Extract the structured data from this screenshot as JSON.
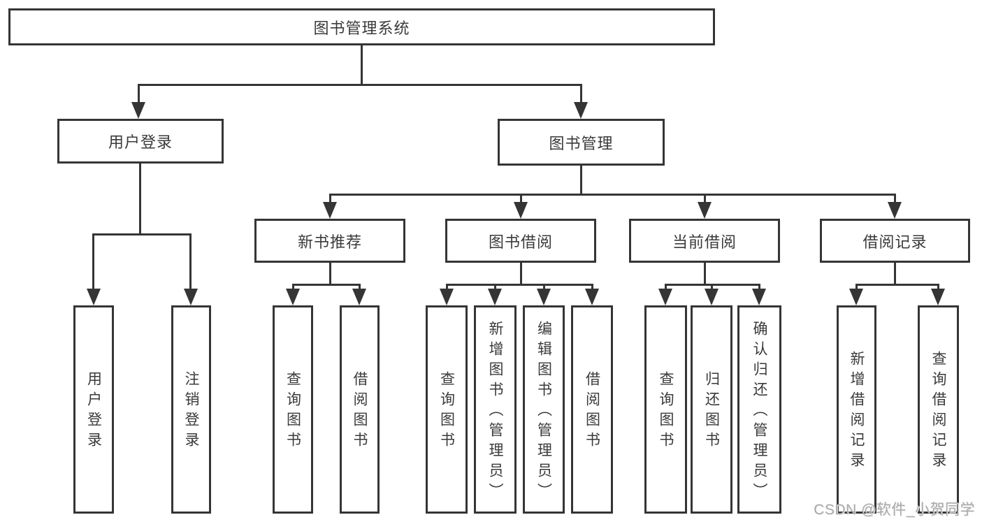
{
  "diagram": {
    "root": {
      "label": "图书管理系统"
    },
    "branches": [
      {
        "label": "用户登录",
        "leaves": [
          "用户登录",
          "注销登录"
        ]
      },
      {
        "label": "图书管理",
        "children": [
          {
            "label": "新书推荐",
            "leaves": [
              "查询图书",
              "借阅图书"
            ]
          },
          {
            "label": "图书借阅",
            "leaves": [
              "查询图书",
              "新增图书（管理员）",
              "编辑图书（管理员）",
              "借阅图书"
            ]
          },
          {
            "label": "当前借阅",
            "leaves": [
              "查询图书",
              "归还图书",
              "确认归还（管理员）"
            ]
          },
          {
            "label": "借阅记录",
            "leaves": [
              "新增借阅记录",
              "查询借阅记录"
            ]
          }
        ]
      }
    ]
  },
  "watermark": {
    "text": "CSDN @软件_小贺同学"
  },
  "colors": {
    "line": "#353535",
    "text": "#3a3a3a",
    "background": "#ffffff",
    "watermark": "#a9a9a9"
  }
}
